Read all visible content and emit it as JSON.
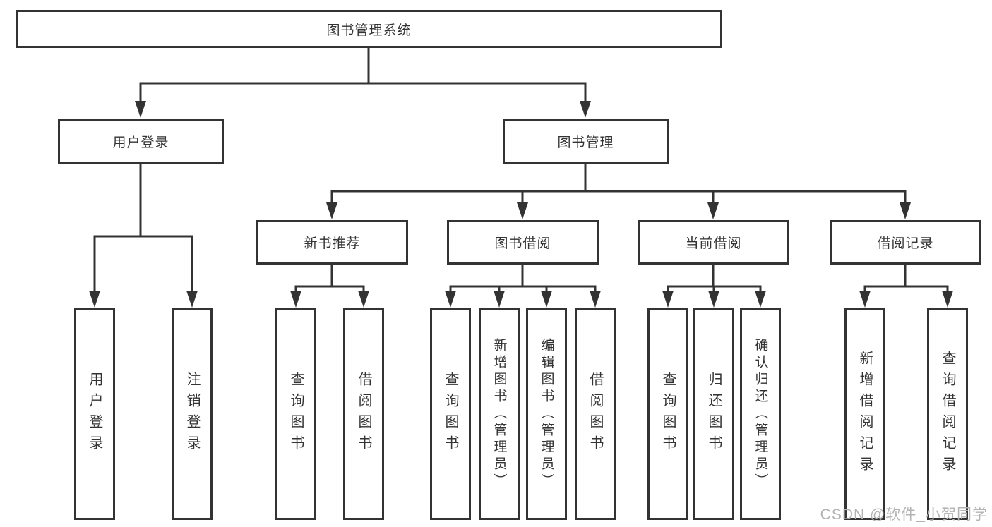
{
  "tree": {
    "label": "图书管理系统",
    "children": [
      {
        "label": "用户登录",
        "children": [
          {
            "label": "用户登录"
          },
          {
            "label": "注销登录"
          }
        ]
      },
      {
        "label": "图书管理",
        "children": [
          {
            "label": "新书推荐",
            "children": [
              {
                "label": "查询图书"
              },
              {
                "label": "借阅图书"
              }
            ]
          },
          {
            "label": "图书借阅",
            "children": [
              {
                "label": "查询图书"
              },
              {
                "label": "新增图书（管理员）"
              },
              {
                "label": "编辑图书（管理员）"
              },
              {
                "label": "借阅图书"
              }
            ]
          },
          {
            "label": "当前借阅",
            "children": [
              {
                "label": "查询图书"
              },
              {
                "label": "归还图书"
              },
              {
                "label": "确认归还（管理员）"
              }
            ]
          },
          {
            "label": "借阅记录",
            "children": [
              {
                "label": "新增借阅记录"
              },
              {
                "label": "查询借阅记录"
              }
            ]
          }
        ]
      }
    ]
  },
  "watermark": {
    "text": "CSDN @软件_小贺同学"
  },
  "colors": {
    "line": "#333333",
    "border": "#333333",
    "text": "#333333",
    "watermark": "#b3b3b3",
    "background": "#ffffff"
  }
}
